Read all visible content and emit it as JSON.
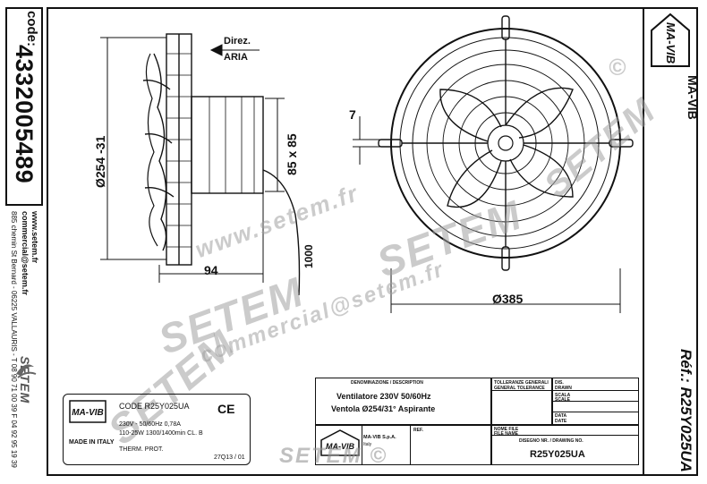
{
  "left_strip": {
    "code_label": "code:",
    "code_value": "4332005489",
    "website": "www.setem.fr",
    "email": "commercial@setem.fr",
    "address": "885 chemin St Bernard  -  06225 VALLAURIS  -  T 08 90 71 00 39  F 04 92 95 19 39",
    "brand_logo_text": "SETEM"
  },
  "right_strip": {
    "logo_text": "MA-VIB",
    "brand": "MA-VIB",
    "reference": "Réf.: R25Y025UA"
  },
  "dimensions": {
    "fan_diameter": "Ø254 -31",
    "air_dir_label": "Direz.",
    "air_dir_value": "ARIA",
    "motor_size": "85 x 85",
    "depth": "94",
    "cable": "1000",
    "slot": "7",
    "grille_diameter": "Ø385"
  },
  "watermarks": {
    "site": "www.setem.fr",
    "mail": "commercial@setem.fr",
    "brand": "SETEM",
    "copyright": "©"
  },
  "nameplate": {
    "logo_text": "MA-VIB",
    "made_in": "MADE IN ITALY",
    "code": "CODE   R25Y025UA",
    "line1": "230V -    50/60Hz   0,78A",
    "line2": "110-25W   1300/1400min   CL. B",
    "line3": "THERM. PROT.",
    "date_code": "27Q13 / 01",
    "ce": "CE"
  },
  "title_block": {
    "description_header": "DENOMINAZIONE / DESCRIPTION",
    "description_line1": "Ventilatore 230V   50/60Hz",
    "description_line2": "Ventola Ø254/31° Aspirante",
    "tolerance_header": "TOLLERANZE GENERALI",
    "tolerance_header2": "GENERAL TOLERANCE",
    "disegnato": "DIS.",
    "drawn": "DRAWN",
    "scala": "SCALA",
    "scale": "SCALE",
    "data": "DATA",
    "date": "DATE",
    "ref": "REF.",
    "nome_file": "NOME FILE",
    "file_name": "FILE NAME",
    "drawing_number_header": "DISEGNO NR. / DRAWING NO.",
    "drawing_number": "R25Y025UA",
    "company": "MA-VIB S.p.A.",
    "country": "Italy",
    "logo_text": "MA-VIB",
    "watermark": "SETEM ©"
  }
}
